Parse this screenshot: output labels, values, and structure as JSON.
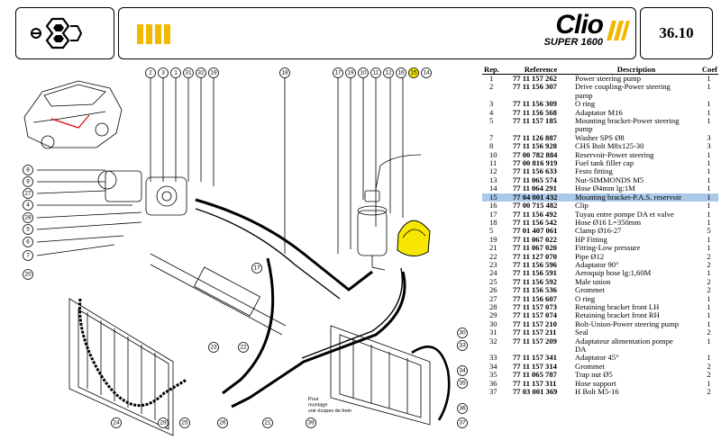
{
  "header": {
    "brand": "Clio",
    "subbrand": "SUPER 1600",
    "page_number": "36.10",
    "logo_icon": "renault-sport-logo-icon",
    "accent_color": "#f2b800"
  },
  "diagram": {
    "note": "Pour\nmontage\nvoir écopes de frein",
    "highlight_color": "#f7e600",
    "callouts_top": [
      "2",
      "3",
      "1",
      "31",
      "32",
      "19",
      "18",
      "17",
      "19",
      "10",
      "11",
      "12",
      "16",
      "15",
      "14"
    ],
    "callouts_left": [
      "8",
      "9",
      "27",
      "4",
      "28",
      "5",
      "6",
      "7",
      "20"
    ],
    "callouts_other": [
      "17",
      "22",
      "23",
      "24",
      "25",
      "26",
      "29",
      "21",
      "30",
      "33",
      "34",
      "35",
      "36",
      "37",
      "39"
    ]
  },
  "parts_table": {
    "headers": [
      "Rep.",
      "Reference",
      "Description",
      "Coef"
    ],
    "rows": [
      {
        "rep": "1",
        "ref": "77 11 157 262",
        "desc": "Power steering pump",
        "coef": "1"
      },
      {
        "rep": "2",
        "ref": "77 11 156 307",
        "desc": "Drive coupling-Power steering",
        "coef": "1"
      },
      {
        "rep": "",
        "ref": "",
        "desc": "pump",
        "coef": ""
      },
      {
        "rep": "3",
        "ref": "77 11 156 309",
        "desc": "O ring",
        "coef": "1"
      },
      {
        "rep": "4",
        "ref": "77 11 156 568",
        "desc": "Adaptator M16",
        "coef": "1"
      },
      {
        "rep": "5",
        "ref": "77 11 157 185",
        "desc": "Mounting bracket-Power steering",
        "coef": "1"
      },
      {
        "rep": "",
        "ref": "",
        "desc": "pump",
        "coef": ""
      },
      {
        "rep": "7",
        "ref": "77 11 126 887",
        "desc": "Washer SPS Ø8",
        "coef": "3"
      },
      {
        "rep": "8",
        "ref": "77 11 156 928",
        "desc": "CHS Bolt M8x125-30",
        "coef": "3"
      },
      {
        "rep": "10",
        "ref": "77 00 782 884",
        "desc": "Reservoir-Power steering",
        "coef": "1"
      },
      {
        "rep": "11",
        "ref": "77 00 816 919",
        "desc": "Fuel tank filler cap",
        "coef": "1"
      },
      {
        "rep": "12",
        "ref": "77 11 156 633",
        "desc": "Festo fitting",
        "coef": "1"
      },
      {
        "rep": "13",
        "ref": "77 11 065 574",
        "desc": "Nut-SIMMONDS M5",
        "coef": "1"
      },
      {
        "rep": "14",
        "ref": "77 11 064 291",
        "desc": "Hose Ø4mm lg:1M",
        "coef": "1"
      },
      {
        "rep": "15",
        "ref": "77 04 001 432",
        "desc": "Mounting bracket-P.A.S. reservoir",
        "coef": "1",
        "highlight": true
      },
      {
        "rep": "16",
        "ref": "77 00 715 482",
        "desc": "Clip",
        "coef": "1"
      },
      {
        "rep": "17",
        "ref": "77 11 156 492",
        "desc": "Tuyau entre pompe DA et valve",
        "coef": "1"
      },
      {
        "rep": "18",
        "ref": "77 11 156 542",
        "desc": "Hose Ø16 L=350mm",
        "coef": "1"
      },
      {
        "rep": "5",
        "ref": "77 01 407 061",
        "desc": "Clamp Ø16-27",
        "coef": "5"
      },
      {
        "rep": "19",
        "ref": "77 11 067 022",
        "desc": "HP Fitting",
        "coef": "1"
      },
      {
        "rep": "21",
        "ref": "77 11 067 020",
        "desc": "Fitting-Low pressure",
        "coef": "1"
      },
      {
        "rep": "22",
        "ref": "77 11 127 070",
        "desc": "Pipe Ø12",
        "coef": "2"
      },
      {
        "rep": "23",
        "ref": "77 11 156 596",
        "desc": "Adaptator 90°",
        "coef": "2"
      },
      {
        "rep": "24",
        "ref": "77 11 156 591",
        "desc": "Aeroquip hose lg:1,60M",
        "coef": "1"
      },
      {
        "rep": "25",
        "ref": "77 11 156 592",
        "desc": "Male union",
        "coef": "2"
      },
      {
        "rep": "26",
        "ref": "77 11 156 536",
        "desc": "Grommet",
        "coef": "2"
      },
      {
        "rep": "27",
        "ref": "77 11 156 607",
        "desc": "O ring",
        "coef": "1"
      },
      {
        "rep": "28",
        "ref": "77 11 157 073",
        "desc": "Retaining bracket front LH",
        "coef": "1"
      },
      {
        "rep": "29",
        "ref": "77 11 157 074",
        "desc": "Retaining bracket front RH",
        "coef": "1"
      },
      {
        "rep": "30",
        "ref": "77 11 157 210",
        "desc": "Bolt-Union-Power steering pump",
        "coef": "1"
      },
      {
        "rep": "31",
        "ref": "77 11 157 211",
        "desc": "Seal",
        "coef": "2"
      },
      {
        "rep": "32",
        "ref": "77 11 157 209",
        "desc": "Adaptateur alimentation pompe",
        "coef": "1"
      },
      {
        "rep": "",
        "ref": "",
        "desc": "DA",
        "coef": ""
      },
      {
        "rep": "33",
        "ref": "77 11 157 341",
        "desc": "Adaptator 45°",
        "coef": "1"
      },
      {
        "rep": "34",
        "ref": "77 11 157 314",
        "desc": "Grommet",
        "coef": "2"
      },
      {
        "rep": "35",
        "ref": "77 11 065 787",
        "desc": "Trap nut Ø5",
        "coef": "2"
      },
      {
        "rep": "36",
        "ref": "77 11 157 311",
        "desc": "Hose support",
        "coef": "1"
      },
      {
        "rep": "37",
        "ref": "77 03 001 369",
        "desc": "H Bolt M5-16",
        "coef": "2"
      }
    ]
  }
}
